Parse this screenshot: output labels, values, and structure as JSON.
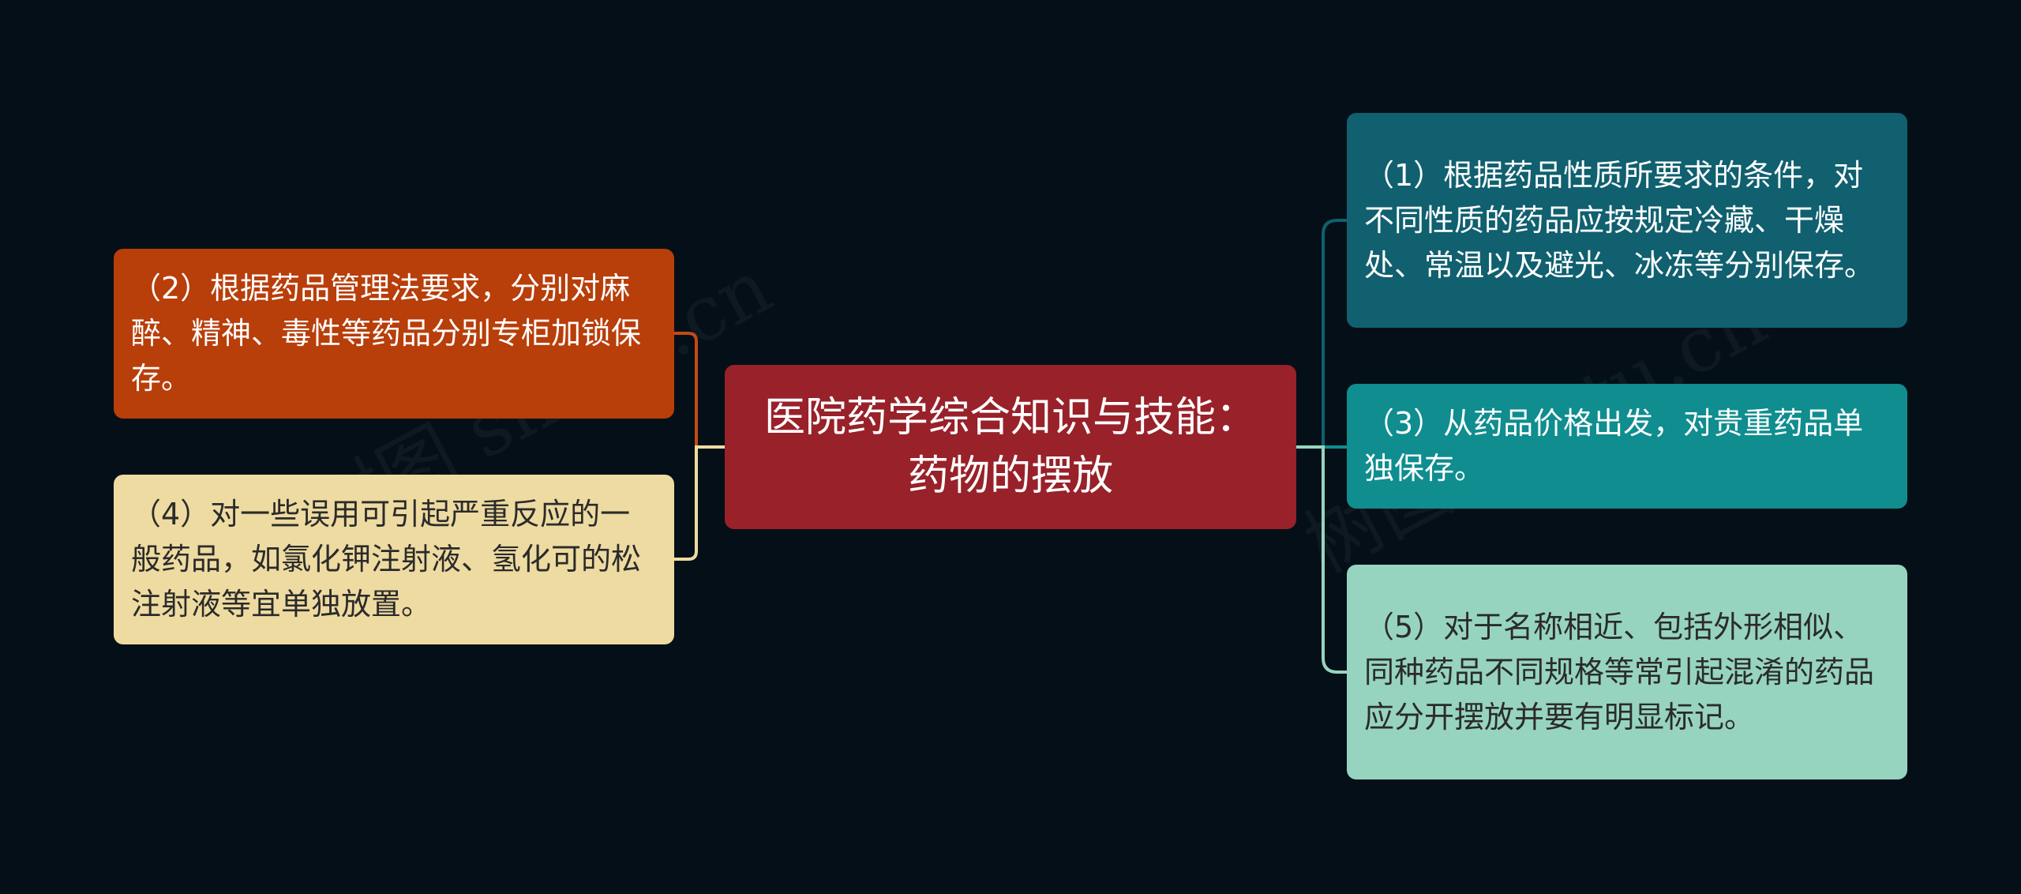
{
  "mindmap": {
    "center": {
      "text": "医院药学综合知识与技能：药物的摆放",
      "color": "#98212a"
    },
    "left": [
      {
        "id": "2",
        "text": "（2）根据药品管理法要求，分别对麻醉、精神、毒性等药品分别专柜加锁保存。",
        "color": "#b83e0a",
        "line_color": "#c34a14"
      },
      {
        "id": "4",
        "text": "（4）对一些误用可引起严重反应的一般药品，如氯化钾注射液、氢化可的松注射液等宜单独放置。",
        "color": "#eedba1",
        "line_color": "#eedba1"
      }
    ],
    "right": [
      {
        "id": "1",
        "text": "（1）根据药品性质所要求的条件，对不同性质的药品应按规定冷藏、干燥处、常温以及避光、冰冻等分别保存。",
        "color": "#10606f",
        "line_color": "#10606f"
      },
      {
        "id": "3",
        "text": "（3）从药品价格出发，对贵重药品单独保存。",
        "color": "#0f8d8f",
        "line_color": "#0f8d8f"
      },
      {
        "id": "5",
        "text": "（5）对于名称相近、包括外形相似、同种药品不同规格等常引起混淆的药品应分开摆放并要有明显标记。",
        "color": "#97d4bf",
        "line_color": "#97d4bf"
      }
    ]
  },
  "watermark": "树图 shutu.cn"
}
